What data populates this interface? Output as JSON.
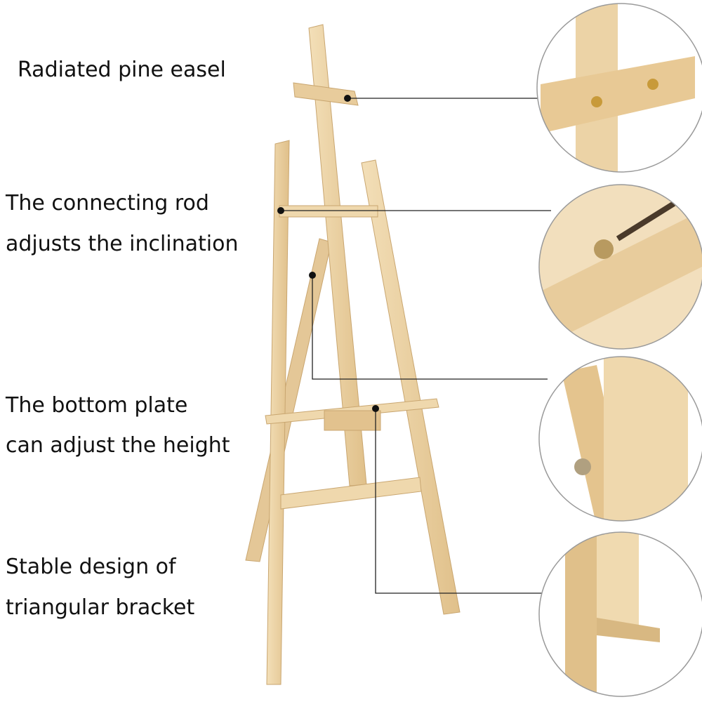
{
  "labels": {
    "pine": "Radiated pine easel",
    "rod_line1": "The connecting rod",
    "rod_line2": "adjusts the inclination",
    "plate_line1": "The bottom plate",
    "plate_line2": "can adjust the height",
    "stable_line1": "Stable design of",
    "stable_line2": "triangular bracket"
  },
  "colors": {
    "wood": "#ecd3a6",
    "wood_dark": "#d4b27c",
    "line": "#222222",
    "circle": "#9a9a9a"
  }
}
